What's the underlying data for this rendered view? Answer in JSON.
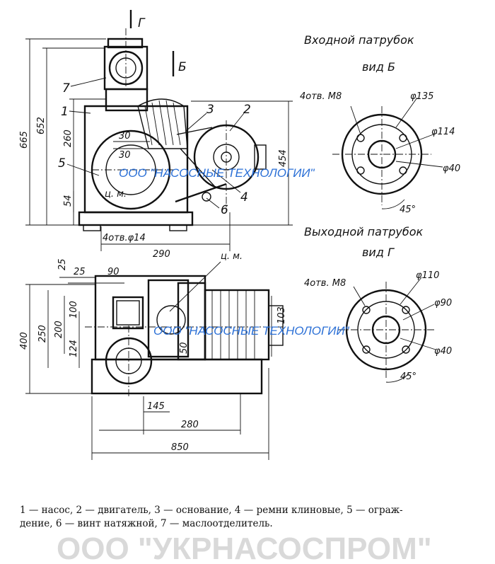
{
  "labels": {
    "section_g": "Г",
    "section_b": "Б",
    "view_b_header": "Входной патрубок",
    "view_b_name": "вид Б",
    "view_g_header": "Выходной патрубок",
    "view_g_name": "вид Г",
    "holes_b": "4отв. М8",
    "holes_g": "4отв. М8",
    "d135": "φ135",
    "d114": "φ114",
    "d40_b": "φ40",
    "angle_b": "45°",
    "d110": "φ110",
    "d90": "φ90",
    "d40_g": "φ40",
    "angle_g": "45°",
    "holes_base": "4отв.φ14",
    "cm_front": "ц. м.",
    "cm_top": "ц. м."
  },
  "dimensions": {
    "d665": "665",
    "d652": "652",
    "d260": "260",
    "d30a": "30",
    "d30b": "30",
    "d54": "54",
    "d454": "454",
    "d290": "290",
    "d25": "25",
    "d25b": "25",
    "d90": "90",
    "d100": "100",
    "d124": "124",
    "d200": "200",
    "d250": "250",
    "d400": "400",
    "d103": "103",
    "d50": "50",
    "d145": "145",
    "d280": "280",
    "d850": "850"
  },
  "callouts": [
    "1",
    "2",
    "3",
    "4",
    "5",
    "6",
    "7"
  ],
  "watermarks": {
    "top": "ООО \"НАСОСНЫЕ ТЕХНОЛОГИИ\"",
    "middle": "ООО \"НАСОСНЫЕ ТЕХНОЛОГИИ\"",
    "bottom": "ООО \"УКРНАСОСПРОМ\""
  },
  "caption": {
    "line1": "1 — насос, 2 — двигатель, 3 — основание, 4 — ремни клиновые, 5 — ограж-",
    "line2": "дение, 6 — винт натяжной, 7 — маслоотделитель."
  }
}
